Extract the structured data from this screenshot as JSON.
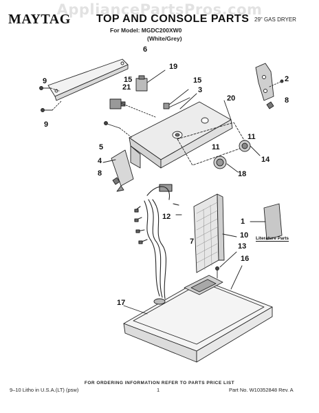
{
  "watermark": "AppliancePartsPros.com",
  "header": {
    "brand": "MAYTAG",
    "title": "TOP AND CONSOLE PARTS",
    "model_line": "For Model: MGDC200XW0",
    "color_line": "(White/Grey)",
    "dryer_type": "29\" GAS DRYER"
  },
  "literature_label": "Literature Parts",
  "callouts": {
    "c6": "6",
    "c19": "19",
    "c15a": "15",
    "c21": "21",
    "c15b": "15",
    "c3": "3",
    "c20": "20",
    "c9a": "9",
    "c9b": "9",
    "c2": "2",
    "c8a": "8",
    "c5": "5",
    "c11a": "11",
    "c11b": "11",
    "c4": "4",
    "c14": "14",
    "c18": "18",
    "c8b": "8",
    "c12": "12",
    "c1": "1",
    "c10": "10",
    "c7": "7",
    "c13": "13",
    "c16": "16",
    "c17": "17"
  },
  "footer": {
    "ordering_info": "FOR ORDERING INFORMATION REFER TO PARTS PRICE LIST",
    "litho": "9–10 Litho in U.S.A.(LT) (psw)",
    "page": "1",
    "part_no": "Part No. W10352848 Rev. A"
  }
}
